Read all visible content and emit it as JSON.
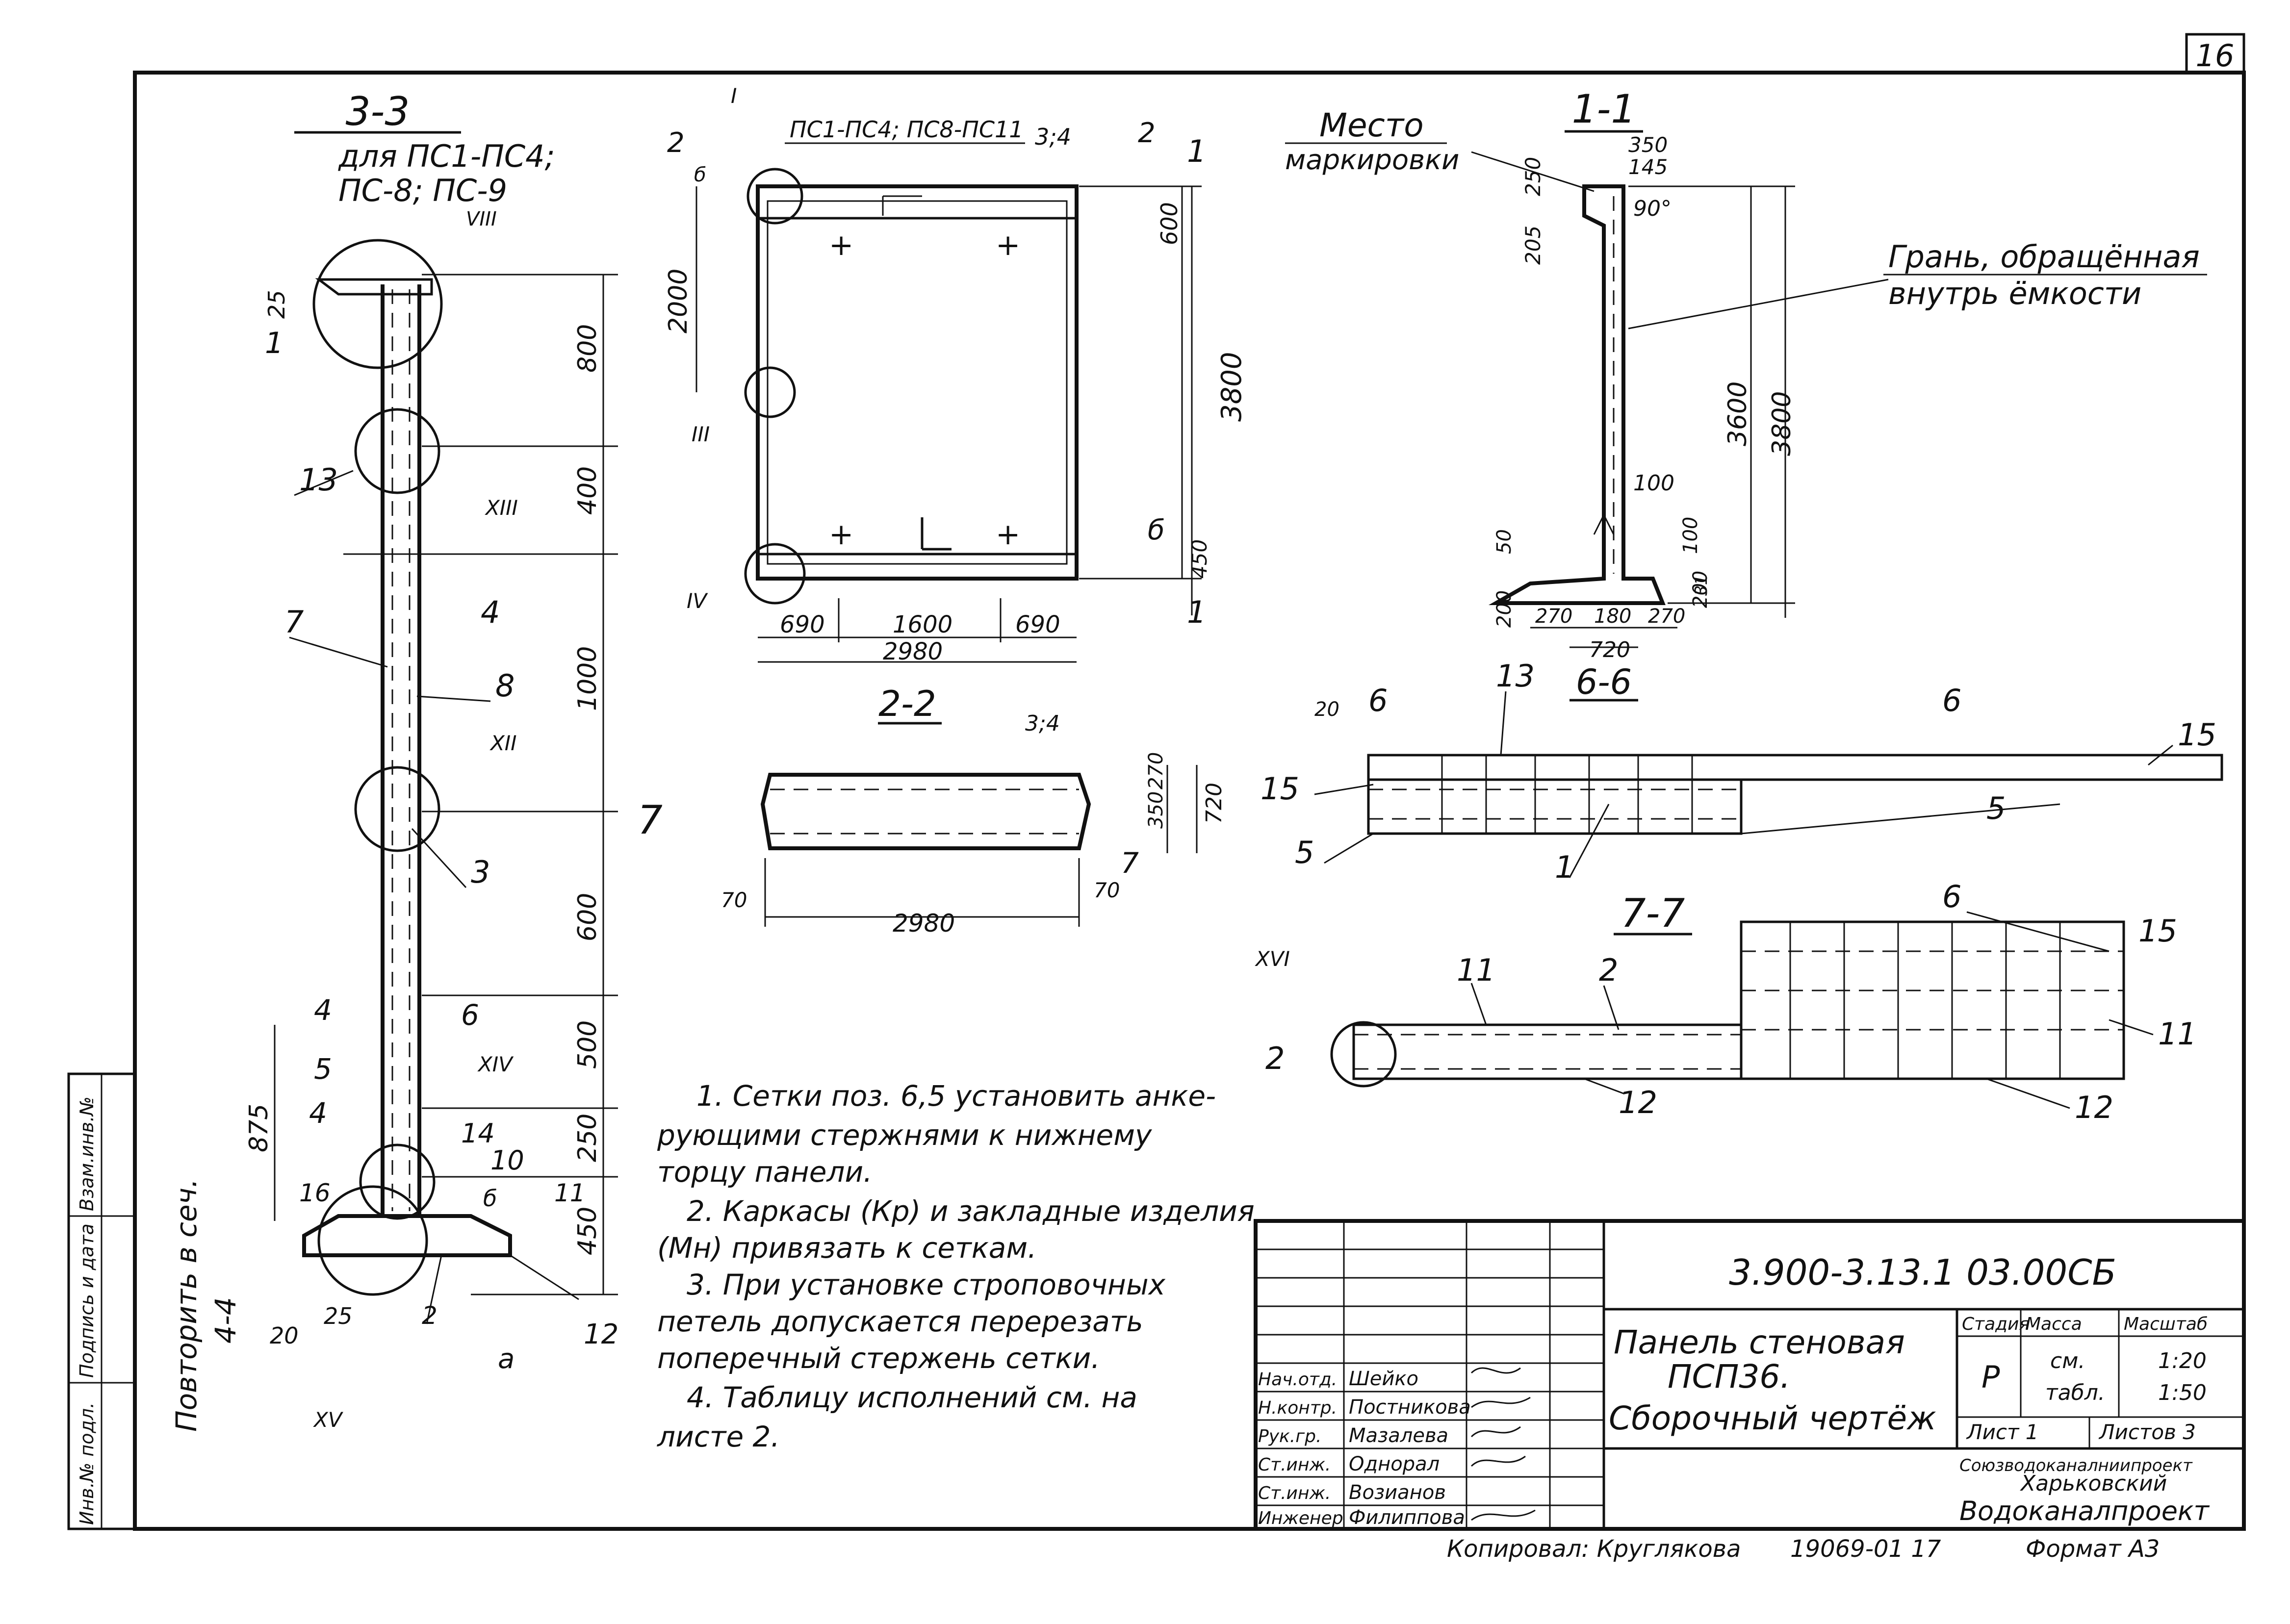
{
  "sheet": {
    "page_number": "16",
    "designation": "3.900-3.13.1   03.00СБ",
    "title_line1": "Панель стеновая",
    "title_line2": "ПСП36.",
    "title_line3": "Сборочный чертёж",
    "stage_header": "Стадия",
    "mass_header": "Масса",
    "scale_header": "Масштаб",
    "stage_value": "Р",
    "mass_value_1": "см.",
    "mass_value_2": "табл.",
    "scale_value_1": "1:20",
    "scale_value_2": "1:50",
    "sheet_label": "Лист 1",
    "sheets_label": "Листов 3",
    "org_line1": "Союзводоканалниипроект",
    "org_line2": "Харьковский",
    "org_line3": "Водоканалпроект",
    "copied_by": "Копировал: Круглякова",
    "order_no": "19069-01  17",
    "format": "Формат А3"
  },
  "signatures": [
    {
      "role": "Нач.отд.",
      "name": "Шейко"
    },
    {
      "role": "Н.контр.",
      "name": "Постникова"
    },
    {
      "role": "Рук.гр.",
      "name": "Мазалева"
    },
    {
      "role": "Ст.инж.",
      "name": "Однорал"
    },
    {
      "role": "Ст.инж.",
      "name": "Возианов"
    },
    {
      "role": "Инженер",
      "name": "Филиппова"
    }
  ],
  "side_stamp": [
    "Инв.№ подл.",
    "Подпись и дата",
    "Взам.инв.№"
  ],
  "notes": [
    "1. Сетки поз. 6,5 установить анке-",
    "рующими стержнями к нижнему",
    "торцу панели.",
    "2. Каркасы (Кр) и закладные изделия",
    "(Мн) привязать к сеткам.",
    "3. При установке строповочных",
    "петель допускается перерезать",
    "поперечный стержень сетки.",
    "4. Таблицу исполнений см. на",
    "листе 2."
  ],
  "repeat_note_1": "Повторить в сеч.",
  "repeat_note_2": "4-4",
  "section_33": {
    "title": "3-3",
    "sub1": "для ПС1-ПС4;",
    "sub2": "ПС-8; ПС-9",
    "dims": [
      "800",
      "400",
      "1000",
      "600",
      "500",
      "250",
      "450",
      "875",
      "25",
      "20",
      "25",
      "б",
      "а"
    ],
    "callouts": [
      "VIII",
      "1",
      "13",
      "XIII",
      "4",
      "7",
      "8",
      "XII",
      "3",
      "4",
      "6",
      "5",
      "4",
      "XIV",
      "14",
      "10",
      "16",
      "11",
      "2",
      "12",
      "XV"
    ]
  },
  "front_view": {
    "title": "ПС1-ПС4; ПС8-ПС11",
    "ref": "3;4",
    "dims": [
      "600",
      "2000",
      "3800",
      "450",
      "690",
      "1600",
      "690",
      "2980"
    ],
    "callouts": [
      "I",
      "2",
      "б",
      "2",
      "1",
      "III",
      "IV",
      "б",
      "1"
    ]
  },
  "section_22": {
    "title": "2-2",
    "ref": "3;4",
    "dims": [
      "270",
      "350",
      "720",
      "70",
      "70",
      "2980"
    ],
    "callouts": [
      "7",
      "7"
    ]
  },
  "section_11": {
    "title": "1-1",
    "marking_label_1": "Место",
    "marking_label_2": "маркировки",
    "face_label_1": "Грань, обращённая",
    "face_label_2": "внутрь ёмкости",
    "dims": [
      "350",
      "145",
      "250",
      "205",
      "90°",
      "3600",
      "3800",
      "100",
      "50",
      "100",
      "200",
      "270",
      "180",
      "270",
      "720",
      "200",
      "31"
    ]
  },
  "section_66": {
    "title": "6-6",
    "callouts": [
      "20",
      "6",
      "13",
      "6",
      "15",
      "15",
      "5",
      "5",
      "1"
    ]
  },
  "section_77": {
    "title": "7-7",
    "callouts": [
      "XVI",
      "11",
      "2",
      "6",
      "15",
      "2",
      "11",
      "12",
      "12"
    ]
  }
}
